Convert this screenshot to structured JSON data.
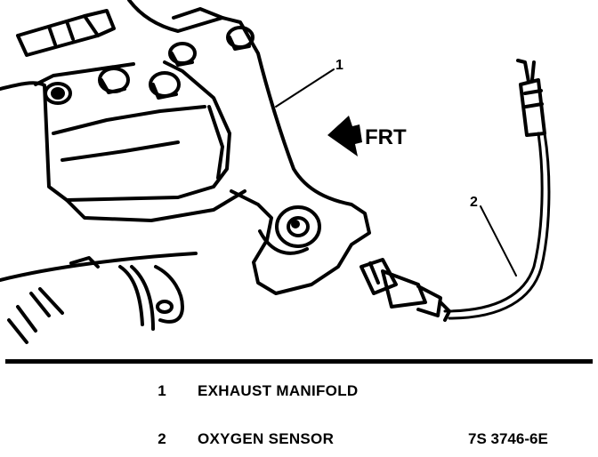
{
  "diagram": {
    "direction_label": "FRT",
    "callouts": [
      "1",
      "2"
    ]
  },
  "legend": [
    {
      "number": "1",
      "label": "EXHAUST MANIFOLD"
    },
    {
      "number": "2",
      "label": "OXYGEN SENSOR"
    }
  ],
  "figure_code": "7S 3746-6E"
}
